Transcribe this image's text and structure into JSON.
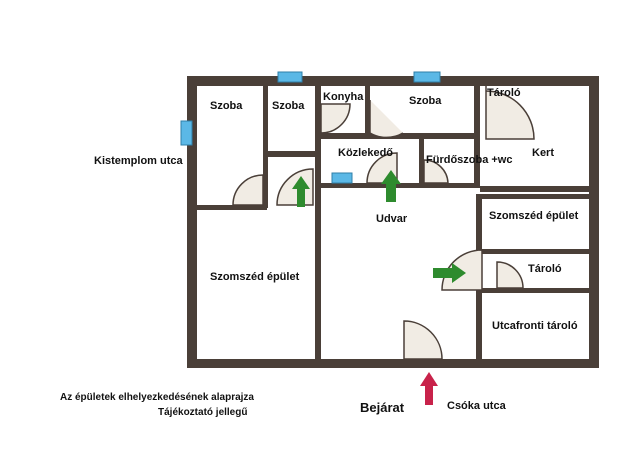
{
  "plan": {
    "rooms": {
      "szoba_1": "Szoba",
      "szoba_2": "Szoba",
      "konyha": "Konyha",
      "szoba_3": "Szoba",
      "tarolo_top": "Tároló",
      "kert": "Kert",
      "kozlekedo": "Közlekedő",
      "furdoszoba": "Fürdőszoba +wc",
      "udvar": "Udvar",
      "szomszed_epulet_right": "Szomszéd épület",
      "tarolo_mid": "Tároló",
      "szomszed_epulet_left": "Szomszéd épület",
      "utcafronti_tarolo": "Utcafronti tároló"
    },
    "street_left": "Kistemplom utca",
    "street_bottom": "Csóka utca",
    "entrance": "Bejárat",
    "caption_line1": "Az épületek elhelyezkedésének alaprajza",
    "caption_line2": "Tájékoztató jellegű"
  },
  "colors": {
    "wall": "#4a3f38",
    "floor": "#ffffff",
    "door_fill": "#f1ece4",
    "window": "#5bb8e6",
    "arrow_green": "#2e8b2e",
    "arrow_red": "#c8224a"
  }
}
